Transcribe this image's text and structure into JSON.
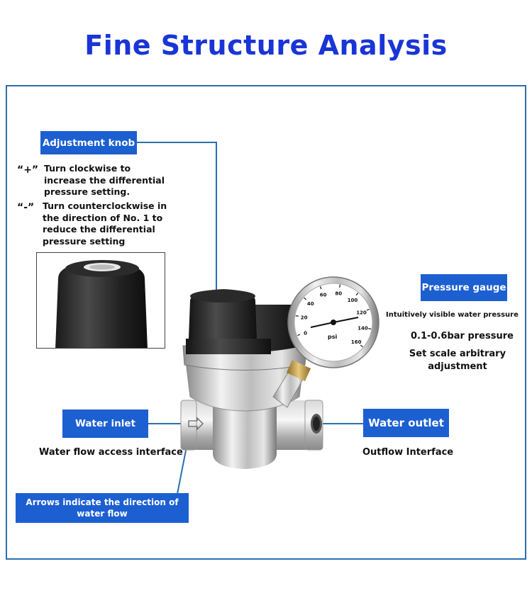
{
  "title": "Fine Structure Analysis",
  "knob": {
    "label": "Adjustment knob",
    "plus_mark": "“+”",
    "plus_text": [
      "Turn clockwise to",
      "increase the differential",
      "pressure setting."
    ],
    "minus_mark": "“-”",
    "minus_text": [
      "Turn counterclockwise in",
      "the direction of No. 1 to",
      "reduce the differential",
      "pressure setting"
    ]
  },
  "gauge": {
    "label": "Pressure gauge",
    "desc": "Intuitively visible water pressure",
    "range": "0.1-0.6bar pressure",
    "scale": [
      "Set scale arbitrary",
      "adjustment"
    ],
    "unit": "psi",
    "ticks": [
      "0",
      "20",
      "40",
      "60",
      "80",
      "100",
      "120",
      "140",
      "160"
    ]
  },
  "inlet": {
    "label": "Water inlet",
    "desc": "Water flow access interface"
  },
  "outlet": {
    "label": "Water outlet",
    "desc": "Outflow Interface"
  },
  "arrows": {
    "label": [
      "Arrows indicate the direction of",
      "water flow"
    ]
  },
  "colors": {
    "accent": "#1c5fd1",
    "title": "#1a35d6",
    "line": "#2a6fb0"
  }
}
